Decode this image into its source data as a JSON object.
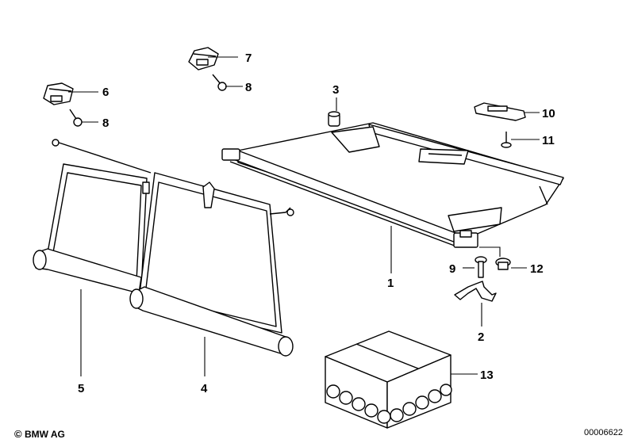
{
  "callouts": {
    "p1": "1",
    "p2": "2",
    "p3": "3",
    "p4": "4",
    "p5": "5",
    "p6": "6",
    "p7": "7",
    "p8a": "8",
    "p8b": "8",
    "p9": "9",
    "p10": "10",
    "p11": "11",
    "p12": "12",
    "p13": "13"
  },
  "footer": {
    "copyright_mark": "©",
    "copyright_text": "BMW AG",
    "image_number": "00006622"
  }
}
